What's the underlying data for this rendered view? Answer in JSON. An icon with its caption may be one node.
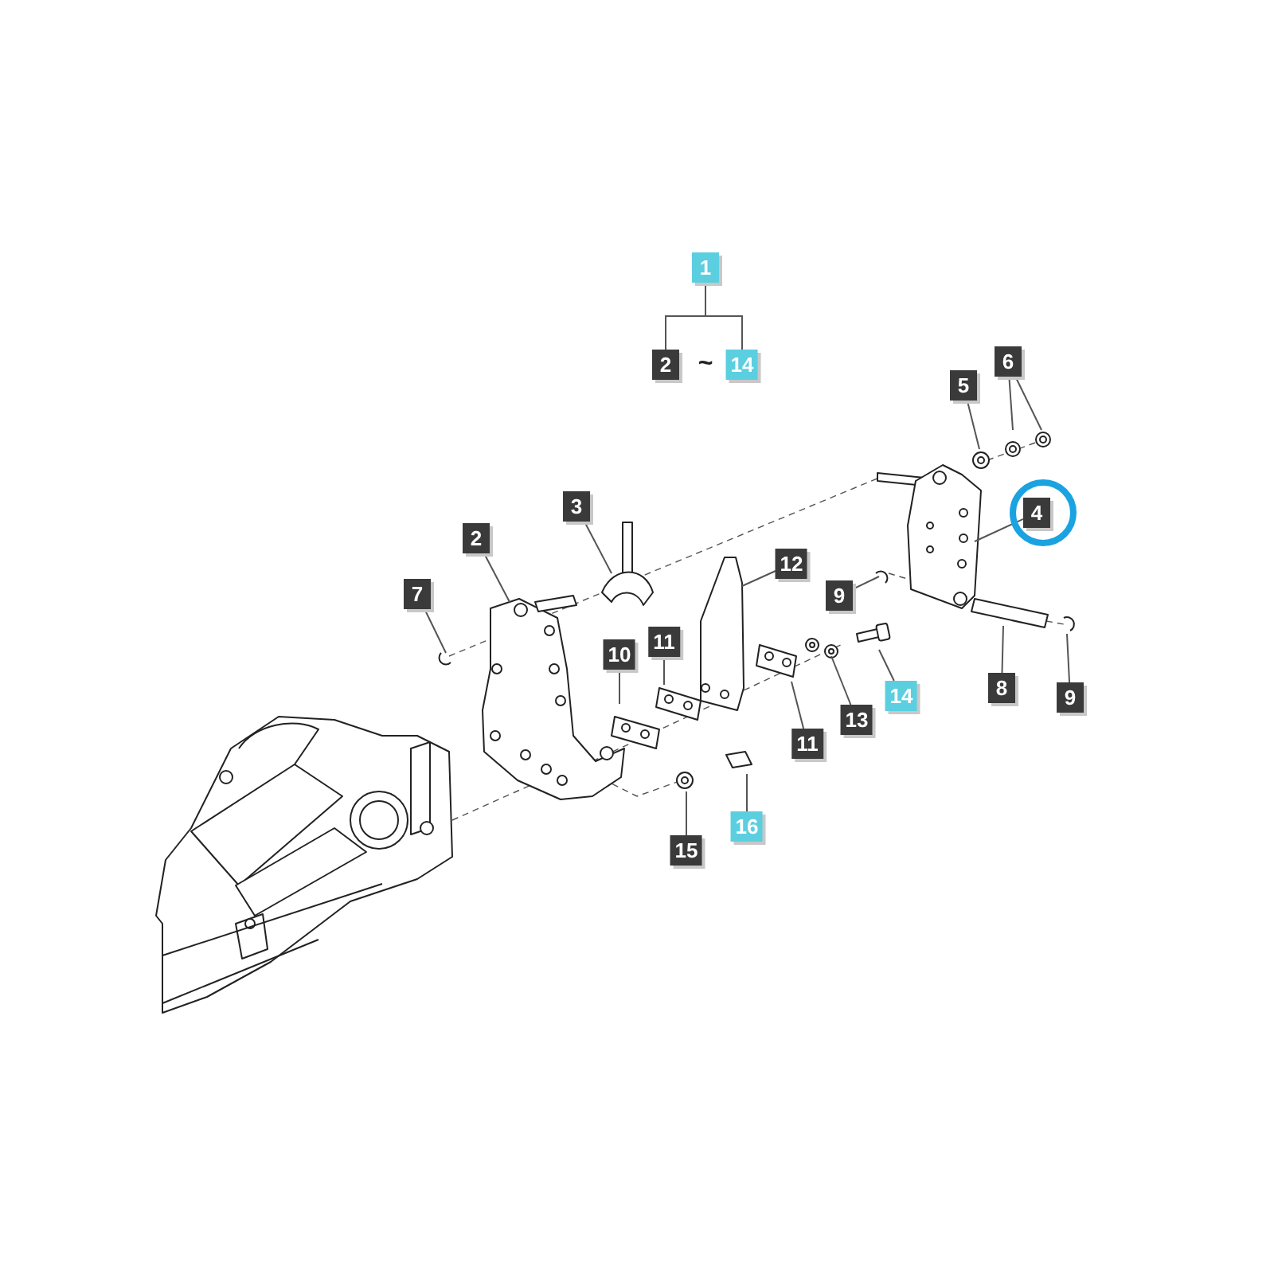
{
  "diagram": {
    "nodes": [
      {
        "text": [
          "1"
        ]
      },
      {
        "text": [
          "2"
        ]
      },
      {
        "text": [
          "14"
        ]
      },
      {
        "text": [
          "5"
        ]
      },
      {
        "text": [
          "6"
        ]
      },
      {
        "text": [
          "4"
        ]
      },
      {
        "text": [
          "3"
        ]
      },
      {
        "text": [
          "2"
        ]
      },
      {
        "text": [
          "12"
        ]
      },
      {
        "text": [
          "7"
        ]
      },
      {
        "text": [
          "9"
        ]
      },
      {
        "text": [
          "10"
        ]
      },
      {
        "text": [
          "11"
        ]
      },
      {
        "text": [
          "14"
        ]
      },
      {
        "text": [
          "8"
        ]
      },
      {
        "text": [
          "9"
        ]
      },
      {
        "text": [
          "11"
        ]
      },
      {
        "text": [
          "13"
        ]
      },
      {
        "text": [
          "16"
        ]
      },
      {
        "text": [
          "15"
        ]
      }
    ],
    "edges": [
      {
        "from": 0,
        "to": 1,
        "arrow": "none"
      },
      {
        "from": 0,
        "to": 2,
        "arrow": "none"
      },
      {
        "from": 3,
        "to": null,
        "arrow": "none"
      },
      {
        "from": 4,
        "to": null,
        "arrow": "none"
      },
      {
        "from": 4,
        "to": null,
        "arrow": "none"
      },
      {
        "from": 5,
        "to": null,
        "arrow": "none"
      },
      {
        "from": 6,
        "to": null,
        "arrow": "none"
      },
      {
        "from": 7,
        "to": null,
        "arrow": "none"
      },
      {
        "from": 8,
        "to": null,
        "arrow": "none"
      },
      {
        "from": 9,
        "to": null,
        "arrow": "none"
      },
      {
        "from": 10,
        "to": null,
        "arrow": "none"
      },
      {
        "from": 11,
        "to": null,
        "arrow": "none"
      },
      {
        "from": 12,
        "to": null,
        "arrow": "none"
      },
      {
        "from": 13,
        "to": null,
        "arrow": "none"
      },
      {
        "from": 14,
        "to": null,
        "arrow": "none"
      },
      {
        "from": 15,
        "to": null,
        "arrow": "none"
      },
      {
        "from": 16,
        "to": null,
        "arrow": "none"
      },
      {
        "from": 17,
        "to": null,
        "arrow": "none"
      },
      {
        "from": 18,
        "to": null,
        "arrow": "none"
      },
      {
        "from": 19,
        "to": null,
        "arrow": "none"
      }
    ],
    "labels": [
      "~"
    ]
  }
}
